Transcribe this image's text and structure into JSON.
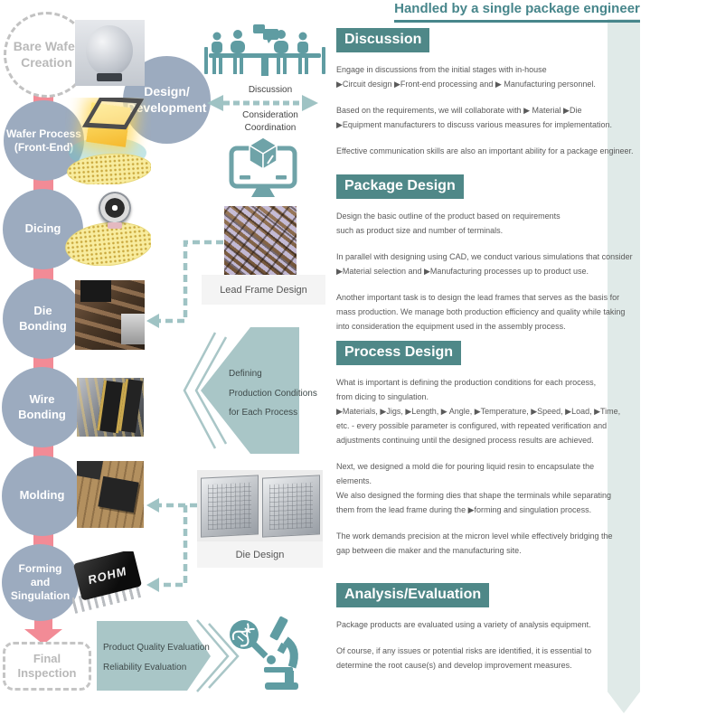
{
  "header": {
    "title": "Handled by a single package engineer"
  },
  "flow": {
    "steps": [
      {
        "label": "Bare Wafer\nCreation",
        "style": "dashed"
      },
      {
        "label": "Design/\nDevelopment",
        "style": "solid"
      },
      {
        "label": "Wafer Process\n(Front-End)",
        "style": "solid"
      },
      {
        "label": "Dicing",
        "style": "solid"
      },
      {
        "label": "Die\nBonding",
        "style": "solid"
      },
      {
        "label": "Wire\nBonding",
        "style": "solid"
      },
      {
        "label": "Molding",
        "style": "solid"
      },
      {
        "label": "Forming\nand\nSingulation",
        "style": "solid"
      },
      {
        "label": "Final\nInspection",
        "style": "dashed"
      }
    ]
  },
  "middle": {
    "discussion_arrow_top": "Discussion",
    "discussion_arrow_bottom": "Consideration\nCoordination",
    "lead_frame_caption": "Lead Frame Design",
    "die_design_caption": "Die Design",
    "defining_banner": "Defining\nProduction Conditions\nfor Each Process",
    "evaluation_banner": "Product Quality Evaluation\nReliability Evaluation",
    "chip_logo": "ROHM"
  },
  "icons": {
    "meeting": "meeting-table-icon",
    "cad": "cad-monitor-cube-icon",
    "evaluation": "microscope-dna-magnifier-icon"
  },
  "colors": {
    "accent_teal": "#4f8888",
    "title_teal": "#47868b",
    "circle_blue_gray": "#9cabbf",
    "connector_pink": "#f28b96",
    "dashed_line_teal": "#9fc3c4",
    "banner_fill_teal": "#a9c6c7",
    "side_bar": "#e0eae8",
    "body_text": "#5a5a5a"
  },
  "sections": [
    {
      "heading": "Discussion",
      "paragraphs": [
        "Engage in discussions from the initial stages with in-house\n▶Circuit design ▶Front-end processing and ▶ Manufacturing personnel.",
        "Based on the requirements, we will collaborate with ▶ Material ▶Die\n▶Equipment manufacturers to discuss various measures for implementation.",
        "Effective communication skills are also an important ability for a package engineer."
      ]
    },
    {
      "heading": "Package Design",
      "paragraphs": [
        "Design the basic outline of the product based on requirements\nsuch as product size and number of terminals.",
        "In parallel with designing using CAD, we conduct various simulations that consider\n▶Material selection and ▶Manufacturing processes up to product use.",
        "Another important task is to design the lead frames that serves as the basis for\nmass production. We manage both production efficiency and quality while taking\ninto consideration the equipment used in the assembly process."
      ]
    },
    {
      "heading": "Process Design",
      "paragraphs": [
        "What is important is defining the production conditions for each process,\nfrom dicing to singulation.\n▶Materials, ▶Jigs, ▶Length, ▶ Angle, ▶Temperature, ▶Speed, ▶Load, ▶Time,\netc. - every possible parameter is configured, with repeated verification and\nadjustments continuing until the designed process results are achieved.",
        "Next, we designed a mold die for pouring liquid resin to encapsulate the\nelements.\nWe also designed the forming dies that shape the terminals while separating\nthem from the lead frame during the ▶forming and singulation process.",
        "The work demands precision at the micron level while effectively bridging the\ngap between die maker and the manufacturing site."
      ]
    },
    {
      "heading": "Analysis/Evaluation",
      "paragraphs": [
        "Package products are evaluated using a variety of analysis equipment.",
        "Of course, if any issues or potential risks are identified, it is essential to\ndetermine the root cause(s) and develop improvement measures."
      ]
    }
  ]
}
